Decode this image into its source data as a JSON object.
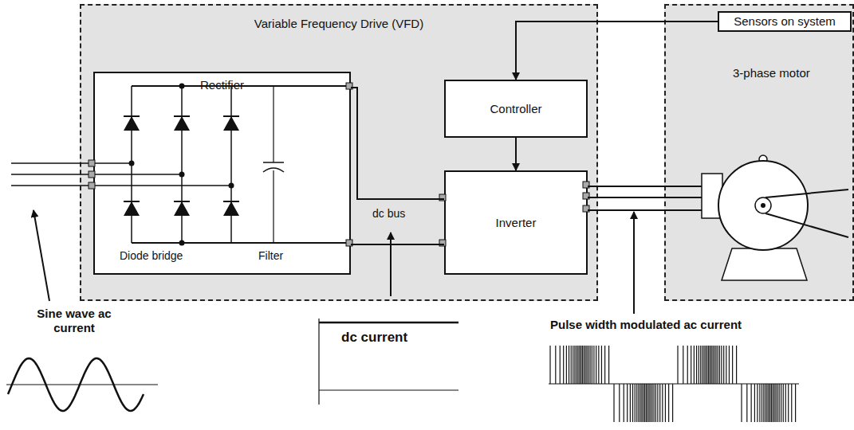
{
  "diagram": {
    "nodes": [
      {
        "text": [
          "Variable Frequency Drive (VFD)"
        ]
      },
      {
        "text": [
          "Rectifier"
        ],
        "in": 0
      },
      {
        "text": [
          "Controller"
        ],
        "in": 0
      },
      {
        "text": [
          "Inverter"
        ],
        "in": 0
      },
      {
        "text": [
          "3-phase motor"
        ]
      },
      {
        "text": [
          "Sensors on system"
        ],
        "in": 4
      }
    ],
    "edges": [
      {
        "from": 5,
        "to": 2,
        "arrow": "to"
      },
      {
        "from": 2,
        "to": 3,
        "arrow": "to"
      },
      {
        "from": 1,
        "to": 3,
        "arrow": "none"
      },
      {
        "from": 1,
        "to": 3,
        "arrow": "none"
      },
      {
        "from": 3,
        "to": 4,
        "arrow": "none"
      },
      {
        "from": 3,
        "to": 4,
        "arrow": "none"
      },
      {
        "from": 3,
        "to": 4,
        "arrow": "none"
      }
    ],
    "labels": [
      "Diode bridge",
      "Filter",
      "dc bus",
      "Sine wave ac current",
      "dc current",
      "Pulse width modulated ac current"
    ]
  }
}
